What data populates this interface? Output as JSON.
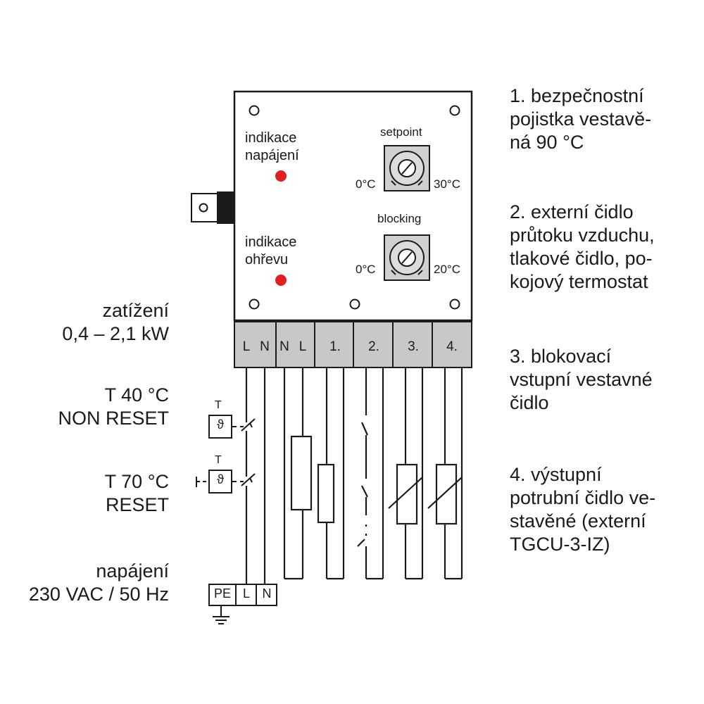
{
  "panel": {
    "power_indicator": "indikace\nnapájení",
    "heating_indicator": "indikace\nohřevu",
    "setpoint_label": "setpoint",
    "setpoint_min": "0°C",
    "setpoint_max": "30°C",
    "blocking_label": "blocking",
    "blocking_min": "0°C",
    "blocking_max": "20°C"
  },
  "terminals": [
    "L",
    "N",
    "N",
    "L",
    "1.",
    "2.",
    "3.",
    "4."
  ],
  "left_labels": {
    "load": "zatížení\n0,4 – 2,1 kW",
    "t40": "T 40 °C\nNON RESET",
    "t70": "T 70 °C\nRESET",
    "supply": "napájení\n230 VAC / 50 Hz"
  },
  "thermostat_symbols": {
    "t_letter": "T",
    "theta": "ϑ"
  },
  "supply_terminals": [
    "PE",
    "L",
    "N"
  ],
  "notes": [
    "1. bezpečnostní\npojistka vestavě-\nná 90 °C",
    "2. externí čidlo\nprůtoku vzduchu,\ntlakové čidlo, po-\nkojový termostat",
    "3. blokovací\nvstupní vestavné\nčidlo",
    "4. výstupní\npotrubní čidlo ve-\nstavěné (externí\nTGCU-3-IZ)"
  ],
  "colors": {
    "led": "#e02020",
    "terminal_block": "#c8c8c8",
    "dial_bg": "#d0d0d0",
    "line": "#1a1a1a"
  }
}
